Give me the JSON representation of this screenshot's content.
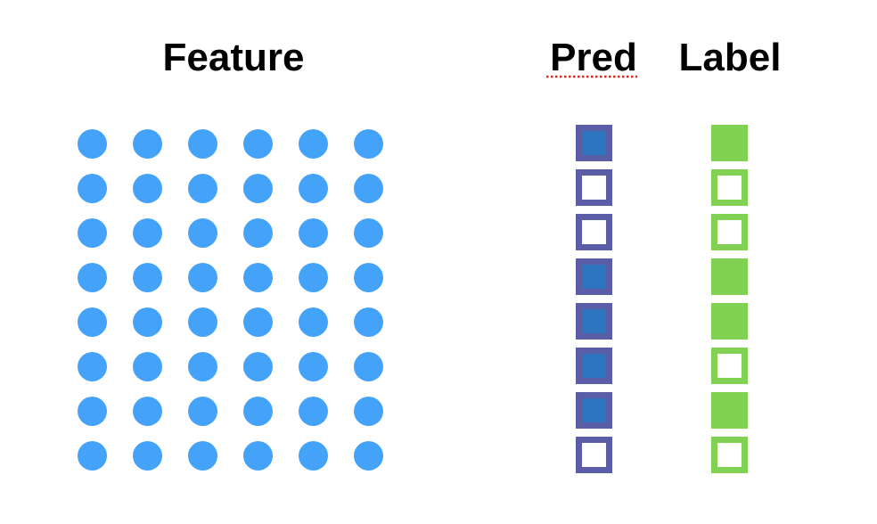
{
  "headings": {
    "feature": "Feature",
    "pred": "Pred",
    "label": "Label"
  },
  "feature": {
    "rows": 8,
    "cols": 6,
    "dot_color": "#44a2f8"
  },
  "pred": {
    "border_color": "#5b5ea6",
    "fill_color": "#2d76bf",
    "empty_color": "#ffffff",
    "values": [
      1,
      0,
      0,
      1,
      1,
      1,
      1,
      0
    ]
  },
  "label": {
    "border_color": "#81d152",
    "fill_color": "#81d152",
    "empty_color": "#ffffff",
    "values": [
      1,
      0,
      0,
      1,
      1,
      0,
      1,
      0
    ]
  },
  "spellcheck_color": "#e0261f"
}
